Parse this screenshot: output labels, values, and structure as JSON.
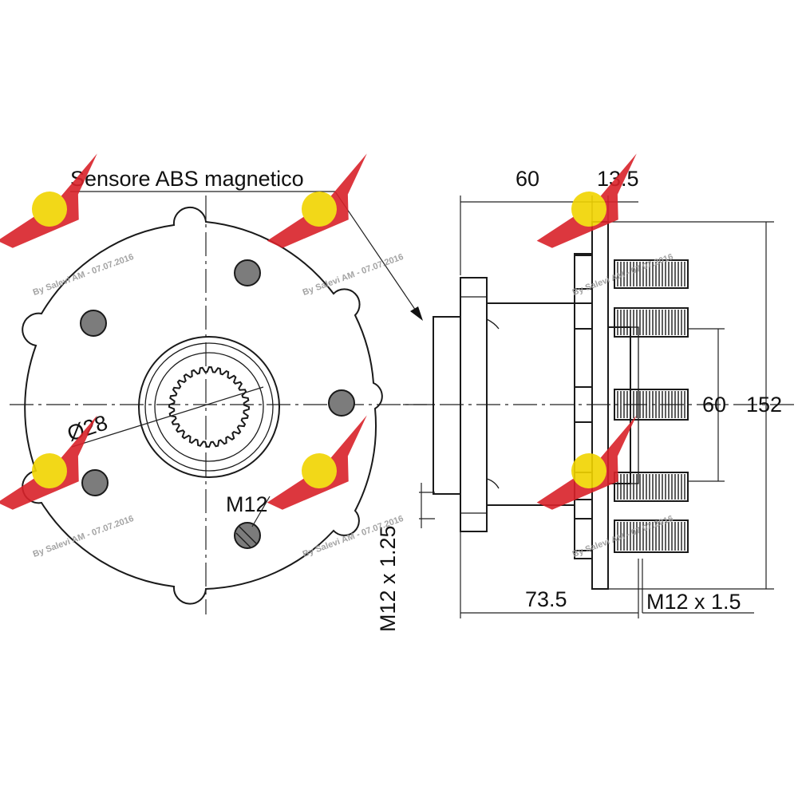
{
  "labels": {
    "abs_sensor": "Sensore ABS magnetico",
    "spline_diameter": "Ø28",
    "bolt_thread_front": "M12",
    "sensor_thread": "M12 x 1.25",
    "dim_length_60": "60",
    "dim_flange_13_5": "13.5",
    "dim_pitch_60": "60",
    "dim_flange_152": "152",
    "dim_length_73_5": "73.5",
    "stud_thread": "M12 x 1.5"
  },
  "watermark": {
    "text": "By Salevi AM - 07.07.2016"
  },
  "colors": {
    "line": "#1a1a1a",
    "hole_fill": "#7c7c7c",
    "watermark_red": "#d9222a",
    "watermark_yellow": "#f1d400"
  }
}
